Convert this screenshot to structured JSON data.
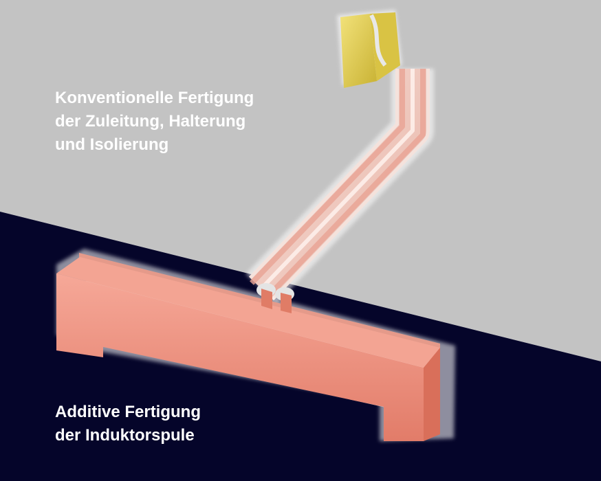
{
  "captions": {
    "conventional": {
      "line1": "Konventionelle Fertigung",
      "line2": "der Zuleitung, Halterung",
      "line3": "und Isolierung"
    },
    "additive": {
      "line1": "Additive Fertigung",
      "line2": "der Induktorspule"
    }
  },
  "colors": {
    "background_top": "#c3c3c3",
    "background_bottom": "#05052a",
    "copper": "#f09486",
    "copper_dark": "#d9735f",
    "insulation": "#f0e6e3",
    "holder": "#e6d15a",
    "glow": "#ffffff"
  }
}
